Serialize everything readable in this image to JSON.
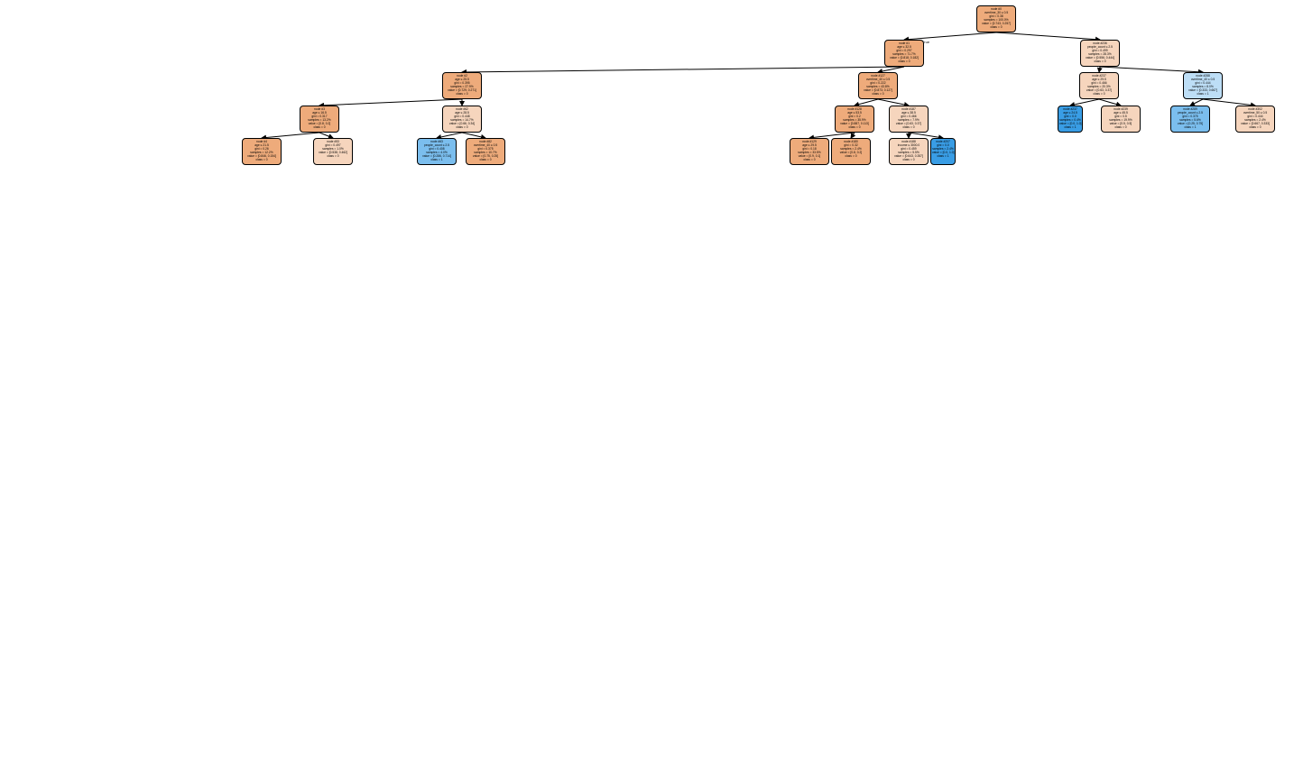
{
  "colors": {
    "class0_dark": "#e58139",
    "class0_mid": "#eeab7b",
    "class0_light": "#f6d5bd",
    "neutral": "#ffffff",
    "class1_light": "#bddef6",
    "class1_mid": "#7bbeee",
    "class1_dark": "#399de5",
    "edge": "#000000"
  },
  "edge_labels": {
    "left": "True",
    "right": "False"
  },
  "nodes": [
    {
      "id": "n0",
      "lines": [
        "node #0",
        "overtime_30 ≤ 0.5",
        "gini = 0.38",
        "samples = 100.0%",
        "value = [0.743, 0.257]",
        "class = 0"
      ],
      "fill": "class0_mid"
    },
    {
      "id": "n1",
      "lines": [
        "node #1",
        "age ≤ 32.5",
        "gini = 0.297",
        "samples = 71.7%",
        "value = [0.818, 0.182]",
        "class = 0"
      ],
      "fill": "class0_mid"
    },
    {
      "id": "n236",
      "lines": [
        "node #236",
        "people_count ≤ 2.5",
        "gini = 0.499",
        "samples = 28.3%",
        "value = [0.556, 0.444]",
        "class = 0"
      ],
      "fill": "class0_light"
    },
    {
      "id": "n2",
      "lines": [
        "node #2",
        "age ≤ 25.5",
        "gini = 0.395",
        "samples = 27.9%",
        "value = [0.729, 0.271]",
        "class = 0"
      ],
      "fill": "class0_mid"
    },
    {
      "id": "n127",
      "lines": [
        "node #127",
        "overtime_40 ≤ 0.5",
        "gini = 0.222",
        "samples = 43.8%",
        "value = [0.873, 0.127]",
        "class = 0"
      ],
      "fill": "class0_mid"
    },
    {
      "id": "n237",
      "lines": [
        "node #237",
        "age ≤ 29.5",
        "gini = 0.466",
        "samples = 20.3%",
        "value = [0.63, 0.37]",
        "class = 0"
      ],
      "fill": "class0_light"
    },
    {
      "id": "n288",
      "lines": [
        "node #288",
        "overtime_40 ≤ 0.5",
        "gini = 0.444",
        "samples = 8.0%",
        "value = [0.333, 0.667]",
        "class = 1"
      ],
      "fill": "class1_light"
    },
    {
      "id": "n3",
      "lines": [
        "node #3",
        "age ≤ 16.5",
        "gini = 0.317",
        "samples = 13.2%",
        "value = [0.8, 0.2]",
        "class = 0"
      ],
      "fill": "class0_mid"
    },
    {
      "id": "n62",
      "lines": [
        "node #62",
        "age ≤ 28.5",
        "gini = 0.448",
        "samples = 14.7%",
        "value = [0.66, 0.34]",
        "class = 0"
      ],
      "fill": "class0_light"
    },
    {
      "id": "n128",
      "lines": [
        "node #128",
        "age ≤ 53.5",
        "gini = 0.2",
        "samples = 35.9%",
        "value = [0.887, 0.113]",
        "class = 0"
      ],
      "fill": "class0_mid"
    },
    {
      "id": "n187",
      "lines": [
        "node #187",
        "age ≤ 38.5",
        "gini = 0.466",
        "samples = 7.9%",
        "value = [0.63, 0.37]",
        "class = 0"
      ],
      "fill": "class0_light"
    },
    {
      "id": "n237b",
      "lines": [
        "node #237",
        "age ≤ 24.5",
        "gini = 0.0",
        "samples = 0.4%",
        "value = [0.0, 1.0]",
        "class = 1"
      ],
      "fill": "class1_dark"
    },
    {
      "id": "n239",
      "lines": [
        "node #239",
        "age ≤ 45.5",
        "gini = 0.5",
        "samples = 19.9%",
        "value = [0.5, 0.5]",
        "class = 0"
      ],
      "fill": "class0_light"
    },
    {
      "id": "n289",
      "lines": [
        "node #289",
        "people_count ≤ 2.5",
        "gini = 0.375",
        "samples = 5.6%",
        "value = [0.25, 0.75]",
        "class = 1"
      ],
      "fill": "class1_mid"
    },
    {
      "id": "n302",
      "lines": [
        "node #302",
        "overtime_50 ≤ 0.5",
        "gini = 0.444",
        "samples = 2.4%",
        "value = [0.667, 0.333]",
        "class = 0"
      ],
      "fill": "class0_light"
    },
    {
      "id": "n4",
      "lines": [
        "node #4",
        "age ≤ 21.5",
        "gini = 0.26",
        "samples = 12.2%",
        "value = [0.846, 0.154]",
        "class = 0"
      ],
      "fill": "class0_mid"
    },
    {
      "id": "n53",
      "lines": [
        "node #53",
        "gini = 0.497",
        "samples = 1.0%",
        "value = [0.538, 0.462]",
        "class = 0"
      ],
      "fill": "class0_light"
    },
    {
      "id": "n63",
      "lines": [
        "node #63",
        "people_count ≤ 2.5",
        "gini = 0.408",
        "samples = 4.0%",
        "value = [0.286, 0.714]",
        "class = 1"
      ],
      "fill": "class1_mid"
    },
    {
      "id": "n82",
      "lines": [
        "node #82",
        "overtime_40 ≤ 0.5",
        "gini = 0.375",
        "samples = 10.7%",
        "value = [0.75, 0.25]",
        "class = 0"
      ],
      "fill": "class0_mid"
    },
    {
      "id": "n129",
      "lines": [
        "node #129",
        "age ≤ 29.5",
        "gini = 0.18",
        "samples = 33.5%",
        "value = [0.9, 0.1]",
        "class = 0"
      ],
      "fill": "class0_mid"
    },
    {
      "id": "n180",
      "lines": [
        "node #180",
        "gini = 0.32",
        "samples = 2.4%",
        "value = [0.8, 0.2]",
        "class = 0"
      ],
      "fill": "class0_mid"
    },
    {
      "id": "n188",
      "lines": [
        "node #188",
        "income ≤ 3000.0",
        "gini = 0.459",
        "samples = 5.5%",
        "value = [0.643, 0.357]",
        "class = 0"
      ],
      "fill": "class0_light"
    },
    {
      "id": "n207",
      "lines": [
        "node #207",
        "gini = 0.0",
        "samples = 2.4%",
        "value = [0.0, 1.0]",
        "class = 1"
      ],
      "fill": "class1_dark"
    }
  ]
}
